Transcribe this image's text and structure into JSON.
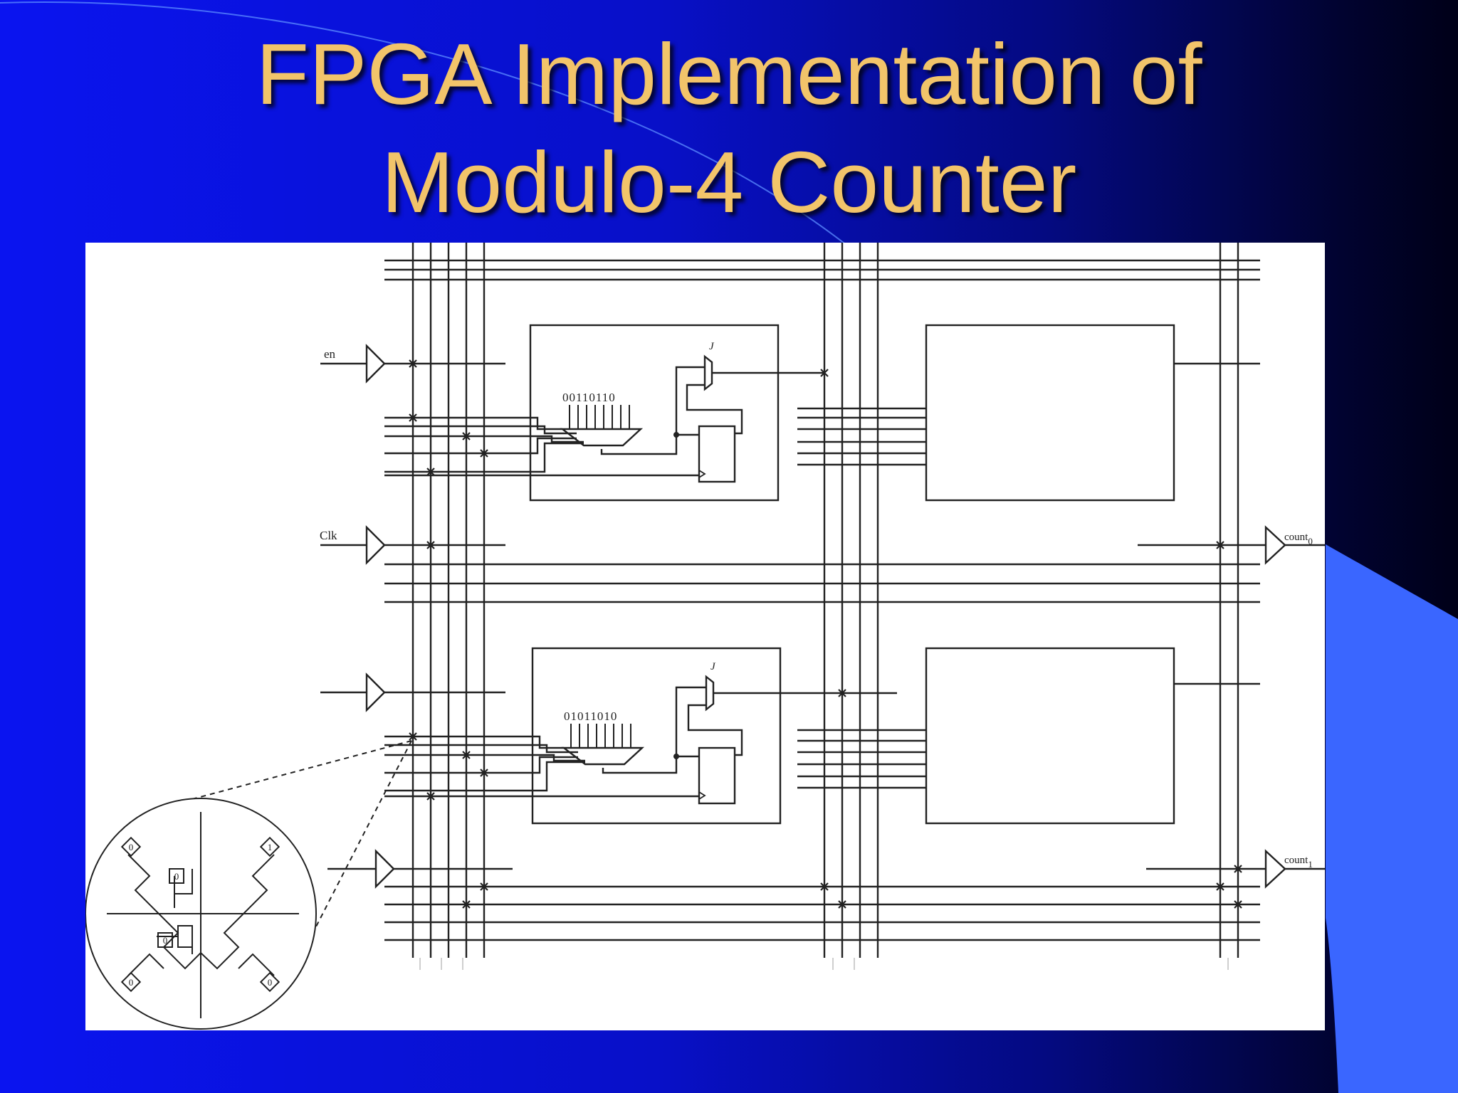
{
  "slide": {
    "title_line1": "FPGA Implementation of",
    "title_line2": "Modulo-4 Counter",
    "colors": {
      "title": "#F2C46A",
      "background_left": "#0A14F0",
      "background_right": "#000018",
      "accent": "#3A66FF"
    }
  },
  "diagram": {
    "input_labels": {
      "en": "en",
      "clk": "Clk"
    },
    "output_labels": {
      "count0": "count",
      "count0_sub": "0",
      "count1": "count",
      "count1_sub": "1"
    },
    "lut_top_bits": "00110110",
    "lut_bottom_bits": "01011010",
    "mux_select_label": "J",
    "switch_box_bits": [
      "0",
      "1",
      "0",
      "0",
      "0",
      "0"
    ]
  }
}
